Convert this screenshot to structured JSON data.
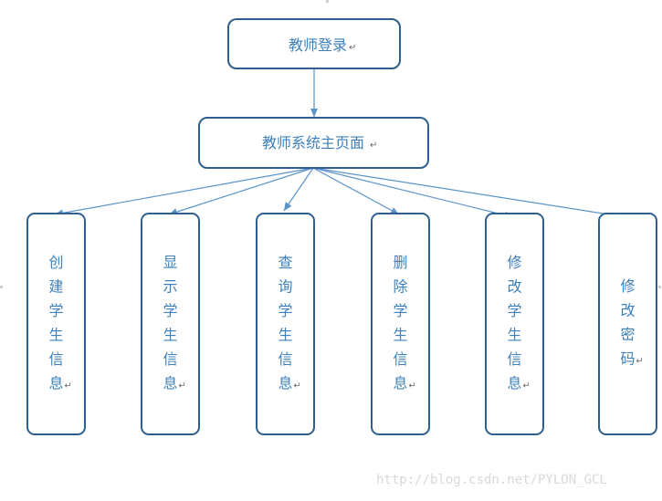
{
  "diagram": {
    "root": {
      "label": "教师登录"
    },
    "main": {
      "label": "教师系统主页面"
    },
    "children": [
      {
        "label": "创建学生信息",
        "lines": [
          "创",
          "建",
          "学",
          "生",
          "信",
          "息"
        ]
      },
      {
        "label": "显示学生信息",
        "lines": [
          "显",
          "示",
          "学",
          "生",
          "信",
          "息"
        ]
      },
      {
        "label": "查询学生信息",
        "lines": [
          "查",
          "询",
          "学",
          "生",
          "信",
          "息"
        ]
      },
      {
        "label": "删除学生信息",
        "lines": [
          "删",
          "除",
          "学",
          "生",
          "信",
          "息"
        ]
      },
      {
        "label": "修改学生信息",
        "lines": [
          "修",
          "改",
          "学",
          "生",
          "信",
          "息"
        ]
      },
      {
        "label": "修改密码",
        "lines": [
          "修",
          "改",
          "密",
          "码"
        ]
      }
    ],
    "paragraph_mark": "↵",
    "colors": {
      "border": "#2f5f8f",
      "text": "#3d80bb",
      "connector": "#5b93c9"
    }
  },
  "watermark": "http://blog.csdn.net/PYLON_GCL"
}
